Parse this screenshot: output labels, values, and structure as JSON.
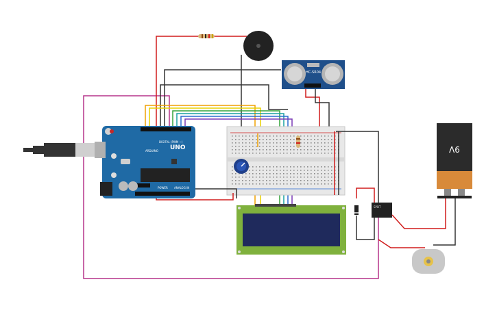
{
  "arduino": {
    "brand": "UNO",
    "maker": "ARDUINO",
    "digital_label": "DIGITAL (PWM ~)",
    "power_label": "POWER",
    "analog_label": "ANALOG IN"
  },
  "sensor": {
    "model": "HC-SR04"
  },
  "battery": {
    "label": "9V"
  },
  "relay": {
    "label": "SPDT"
  },
  "colors": {
    "board_blue": "#1f6aa5",
    "breadboard": "#e8e8e8",
    "lcd_green": "#7fb13d",
    "lcd_screen": "#1f2a5c",
    "wire_red": "#d01c1c",
    "wire_black": "#333333",
    "wire_magenta": "#b5338a",
    "wire_orange": "#f0a000",
    "wire_yellow": "#e8d000",
    "wire_green": "#33a33a",
    "wire_blue": "#2a6ad0",
    "wire_purple": "#7a3ab5",
    "wire_teal": "#18a0a0"
  }
}
